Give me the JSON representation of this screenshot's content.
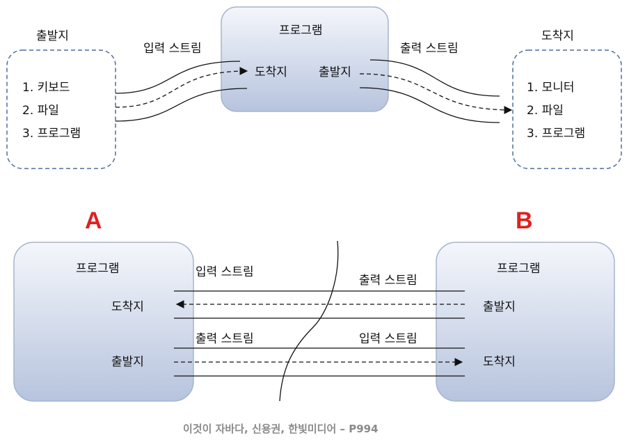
{
  "top": {
    "source": {
      "title": "출발지",
      "items": [
        "1.  키보드",
        "2.  파일",
        "3.  프로그램"
      ]
    },
    "program": {
      "title": "프로그램",
      "arrival": "도착지",
      "departure": "출발지"
    },
    "destination": {
      "title": "도착지",
      "items": [
        "1.  모니터",
        "2.  파일",
        "3.  프로그램"
      ]
    },
    "input_stream": "입력 스트림",
    "output_stream": "출력 스트림"
  },
  "bottom": {
    "label_a": "A",
    "label_b": "B",
    "program_a": {
      "title": "프로그램",
      "arrival": "도착지",
      "departure": "출발지"
    },
    "program_b": {
      "title": "프로그램",
      "departure": "출발지",
      "arrival": "도착지"
    },
    "upper_left_stream": "입력 스트림",
    "upper_right_stream": "출력 스트림",
    "lower_left_stream": "출력 스트림",
    "lower_right_stream": "입력 스트림"
  },
  "caption": "이것이 자바다, 신용권, 한빛미디어 – P994",
  "colors": {
    "box_gradient_top": "#f4f6fb",
    "box_gradient_bottom": "#b7c4de",
    "box_border": "#a6b4cf",
    "dashed_border": "#4f6d9e",
    "label_red": "#e02020",
    "caption_gray": "#8a8a8a"
  }
}
